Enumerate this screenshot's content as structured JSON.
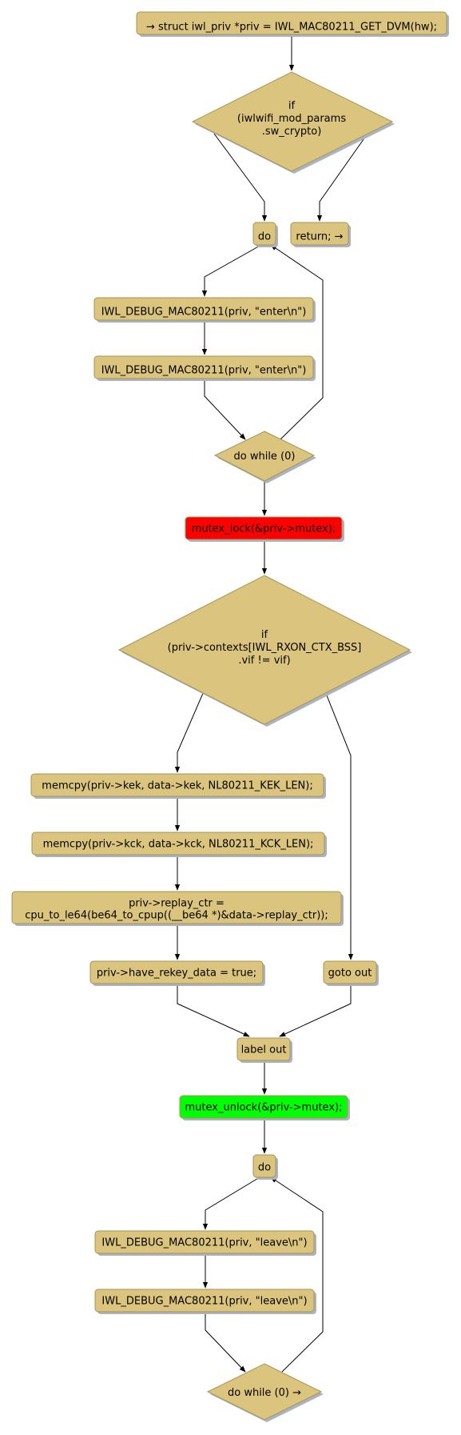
{
  "colors": {
    "node_fill": "#DBC47D",
    "node_stroke": "#A69555",
    "shadow": "#AAB3C4",
    "lock_fill": "#FF0000",
    "unlock_fill": "#00FF00",
    "edge": "#000000"
  },
  "nodes": {
    "start": "→ struct iwl_priv *priv = IWL_MAC80211_GET_DVM(hw);",
    "if_sw_crypto": [
      "if",
      "(iwlwifi_mod_params",
      ".sw_crypto)"
    ],
    "do_1": "do",
    "return_1": "return; →",
    "debug_enter_1": "IWL_DEBUG_MAC80211(priv, \"enter\\n\")",
    "debug_enter_2": "IWL_DEBUG_MAC80211(priv, \"enter\\n\")",
    "do_while_1": "do while (0)",
    "mutex_lock": "mutex_lock(&priv->mutex);",
    "if_contexts": [
      "if",
      "(priv->contexts[IWL_RXON_CTX_BSS]",
      ".vif != vif)"
    ],
    "memcpy_kek": "memcpy(priv->kek, data->kek, NL80211_KEK_LEN);",
    "memcpy_kck": "memcpy(priv->kck, data->kck, NL80211_KCK_LEN);",
    "replay_ctr": [
      "priv->replay_ctr =",
      "cpu_to_le64(be64_to_cpup((__be64 *)&data->replay_ctr));"
    ],
    "have_rekey": "priv->have_rekey_data = true;",
    "goto_out": "goto out",
    "label_out": "label out",
    "mutex_unlock": "mutex_unlock(&priv->mutex);",
    "do_2": "do",
    "debug_leave_1": "IWL_DEBUG_MAC80211(priv, \"leave\\n\")",
    "debug_leave_2": "IWL_DEBUG_MAC80211(priv, \"leave\\n\")",
    "do_while_2": "do while (0) →"
  }
}
